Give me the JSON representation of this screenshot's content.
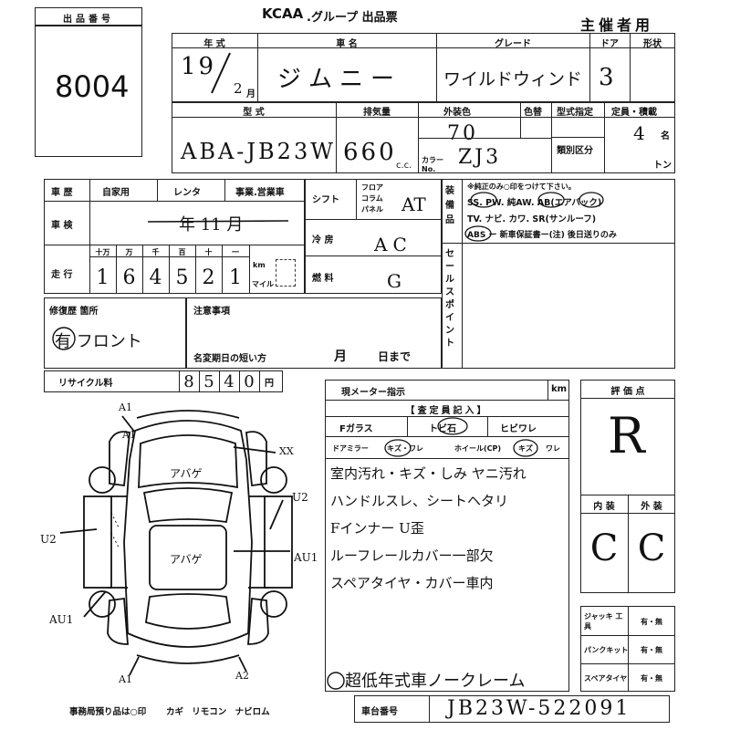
{
  "header": {
    "lot_label": "出品番号",
    "lot_number": "8004",
    "brand": "KCAA",
    "group_title": ".グループ 出品票",
    "organizer": "主催者用"
  },
  "vehicle": {
    "year_label": "年 式",
    "year": "19",
    "month": "2",
    "month_unit": "月",
    "name_label": "車 名",
    "name": "ジムニー",
    "grade_label": "グレード",
    "grade": "ワイルドウィンド",
    "doors_label": "ドア",
    "shape_label": "形状",
    "doors": "3",
    "model_label": "型 式",
    "model": "ABA-JB23W",
    "displacement_label": "排気量",
    "displacement": "660",
    "cc": "c.c.",
    "exterior_color_label": "外装色",
    "color_change_label": "色替",
    "exterior_color": "70",
    "color_no_label": "カラー No.",
    "color_no": "ZJ3",
    "type_designation_label": "型式指定",
    "class_label": "類別区分",
    "capacity_label": "定員・積載",
    "capacity": "4",
    "capacity_unit": "名",
    "tons_unit": "トン"
  },
  "history": {
    "history_label": "車 歴",
    "private_label": "自家用",
    "rental_label": "レンタ",
    "business_label": "事業.営業車",
    "inspection_label": "車 検",
    "inspection_value": "年 11 月",
    "mileage_label": "走 行",
    "digit_labels": [
      "十万",
      "万",
      "千",
      "百",
      "十",
      "一"
    ],
    "mileage_digits": [
      "1",
      "6",
      "4",
      "5",
      "2",
      "1"
    ],
    "km_label": "km",
    "mile_label": "マイル"
  },
  "specs": {
    "shift_label": "シフト",
    "shift_options": [
      "フロア",
      "コラム",
      "パネル"
    ],
    "shift": "AT",
    "ac_label": "冷 房",
    "ac": "AC",
    "fuel_label": "燃 料",
    "fuel": "G"
  },
  "equipment": {
    "title": "装 備 品",
    "note": "※純正のみ○印をつけて下さい。",
    "line1": "SS. PW. 純AW. AB(エアバック)",
    "line2": "TV. ナビ. カワ. SR(サンルーフ)",
    "line3": "ABS ー 新車保証書ー(注) 後日送りのみ",
    "sales_points": "セールスポイント"
  },
  "repair": {
    "label": "修復歴 箇所",
    "value": "有 フロント",
    "notes_label": "注意事項",
    "short_term_label": "名変期日の短い方",
    "month_label": "月",
    "day_label": "日まで"
  },
  "recycle": {
    "label": "リサイクル料",
    "digits": [
      "8",
      "5",
      "4",
      "0"
    ],
    "unit": "円"
  },
  "diagram": {
    "marks": [
      "A1",
      "A1",
      "XX",
      "U2",
      "U2",
      "AU1",
      "AU1",
      "A1",
      "A2"
    ],
    "inner_marks": [
      "アバゲ",
      "アバゲ"
    ]
  },
  "inspection": {
    "meter_label": "現メーター指示",
    "km_label": "km",
    "inspector_label": "【査定員記入】",
    "f_glass": "Fガラス",
    "tobi_ishi": "トビ石",
    "hibi_ware": "ヒビワレ",
    "door_mirror": "ドアミラー",
    "kizu_ware": "キズ・ワレ",
    "wheel": "ホイール(CP)",
    "kizu": "キズ",
    "ware": "ワレ",
    "remarks": [
      "室内汚れ・キズ・しみ ヤニ汚れ",
      "ハンドルスレ、シートヘタリ",
      "Fインナー U歪",
      "ルーフレールカバー一部欠",
      "スペアタイヤ・カバー車内"
    ],
    "bottom_remark": "超低年式車ノークレーム"
  },
  "rating": {
    "label": "評 価 点",
    "score": "R",
    "interior_label": "内 装",
    "exterior_label": "外 装",
    "interior": "C",
    "exterior": "C"
  },
  "tools": {
    "jack_label": "ジャッキ 工 具",
    "jack_value": "有・無",
    "puncture_label": "パンクキット",
    "puncture_value": "有・無",
    "spare_label": "スペアタイヤ",
    "spare_value": "有・無"
  },
  "footer": {
    "office_label": "事務局預り品は○印",
    "items": "カギ リモコン ナビロム",
    "chassis_label": "車台番号",
    "chassis_number": "JB23W-522091"
  }
}
